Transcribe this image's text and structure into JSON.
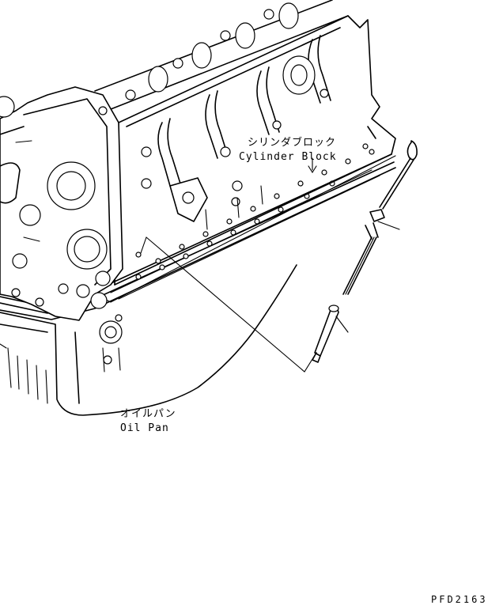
{
  "labels": {
    "cylinder_block_jp": "シリンダブロック",
    "cylinder_block_en": "Cylinder Block",
    "oil_pan_jp": "オイルパン",
    "oil_pan_en": "Oil Pan"
  },
  "drawing_code": "PFD2163",
  "colors": {
    "line": "#000000",
    "background": "#ffffff"
  }
}
